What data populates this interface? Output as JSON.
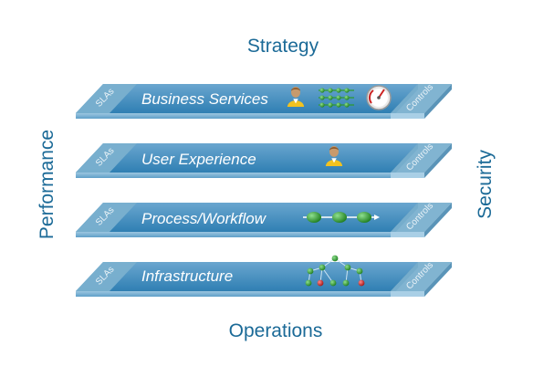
{
  "labels": {
    "top": "Strategy",
    "bottom": "Operations",
    "left": "Performance",
    "right": "Security"
  },
  "layers": [
    {
      "title": "Business Services",
      "left_tab": "SLAs",
      "right_tab": "Controls",
      "icons": [
        "user-icon",
        "data-grid-icon",
        "gauge-icon"
      ]
    },
    {
      "title": "User Experience",
      "left_tab": "SLAs",
      "right_tab": "Controls",
      "icons": [
        "user-icon"
      ]
    },
    {
      "title": "Process/Workflow",
      "left_tab": "SLAs",
      "right_tab": "Controls",
      "icons": [
        "process-flow-icon"
      ]
    },
    {
      "title": "Infrastructure",
      "left_tab": "SLAs",
      "right_tab": "Controls",
      "icons": [
        "network-tree-icon"
      ]
    }
  ],
  "colors": {
    "panel": "#1c5f8e",
    "panel_top": "#2a78ad",
    "tab": "#7ab0cf",
    "label": "#1b6a97",
    "node_green": "#2e9a2e",
    "node_red": "#cc2222"
  }
}
